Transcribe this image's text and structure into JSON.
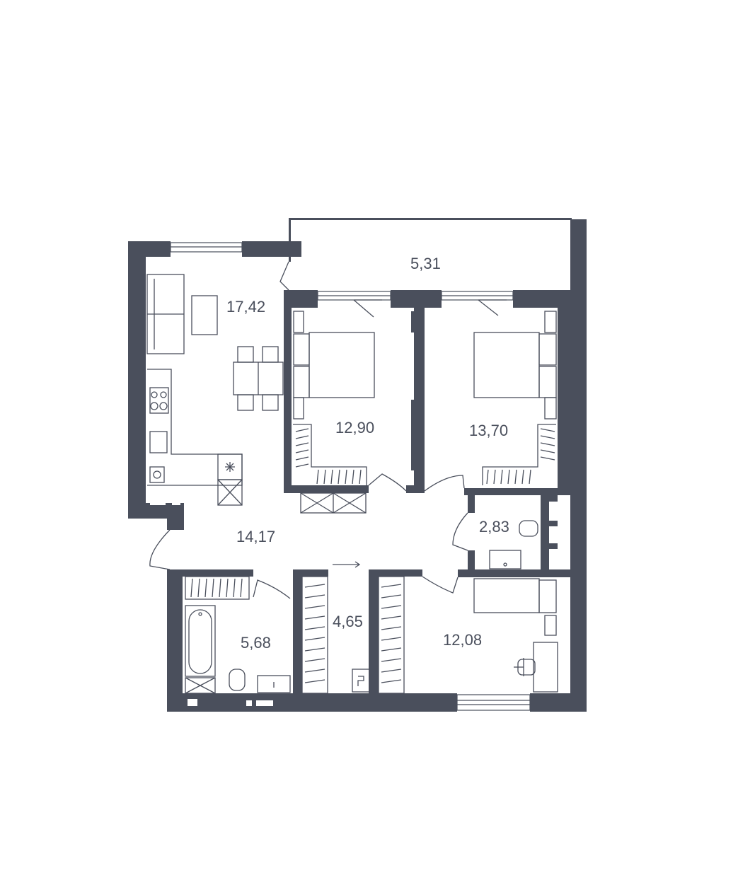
{
  "floor_plan": {
    "wall_color": "#4a4f5c",
    "background": "#ffffff",
    "rooms": [
      {
        "id": "balcony",
        "area": "5,31"
      },
      {
        "id": "living-kitchen",
        "area": "17,42"
      },
      {
        "id": "bedroom-1",
        "area": "12,90"
      },
      {
        "id": "bedroom-2",
        "area": "13,70"
      },
      {
        "id": "hallway",
        "area": "14,17"
      },
      {
        "id": "toilet",
        "area": "2,83"
      },
      {
        "id": "bathroom",
        "area": "5,68"
      },
      {
        "id": "wardrobe",
        "area": "4,65"
      },
      {
        "id": "bedroom-3",
        "area": "12,08"
      }
    ]
  }
}
